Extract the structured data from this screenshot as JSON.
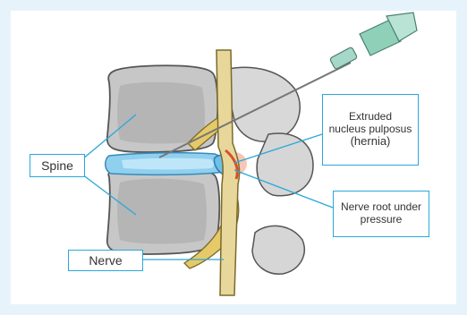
{
  "labels": {
    "spine": "Spine",
    "nerve": "Nerve",
    "extruded_line1": "Extruded",
    "extruded_line2": "nucleus pulposus",
    "extruded_line3": "(hernia)",
    "nerve_root_line1": "Nerve root under",
    "nerve_root_line2": "pressure"
  },
  "colors": {
    "background_frame": "#e6f3fb",
    "leader_line": "#2aa8d8",
    "vertebra_fill": "#c9c9c9",
    "disc_fill": "#7ec9ec",
    "nerve_fill": "#e8d9a0",
    "herniation": "#d94f2e",
    "needle_hub": "#8fd1b8"
  }
}
